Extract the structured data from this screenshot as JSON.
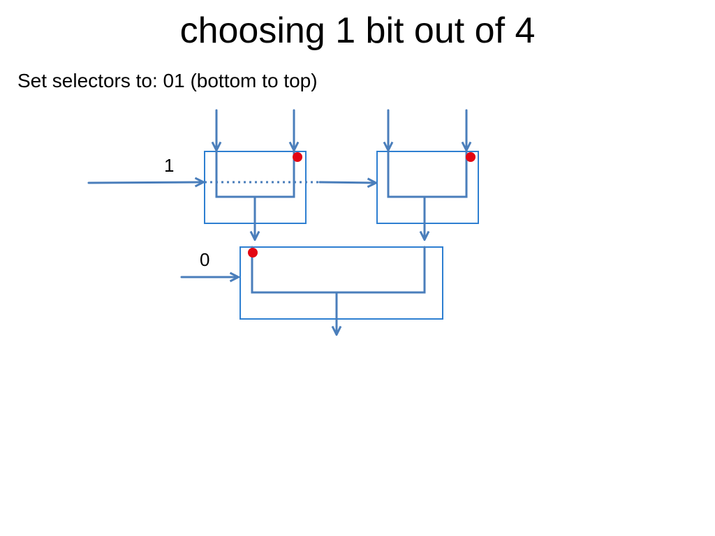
{
  "slide": {
    "title": "choosing 1 bit out of 4",
    "subtitle": "Set selectors to: 01 (bottom to top)"
  },
  "diagram": {
    "selector_top_label": "1",
    "selector_bottom_label": "0",
    "colors": {
      "wire": "#4a7ebb",
      "box_border": "#2e7fd1",
      "selected_dot": "#e30613"
    }
  }
}
